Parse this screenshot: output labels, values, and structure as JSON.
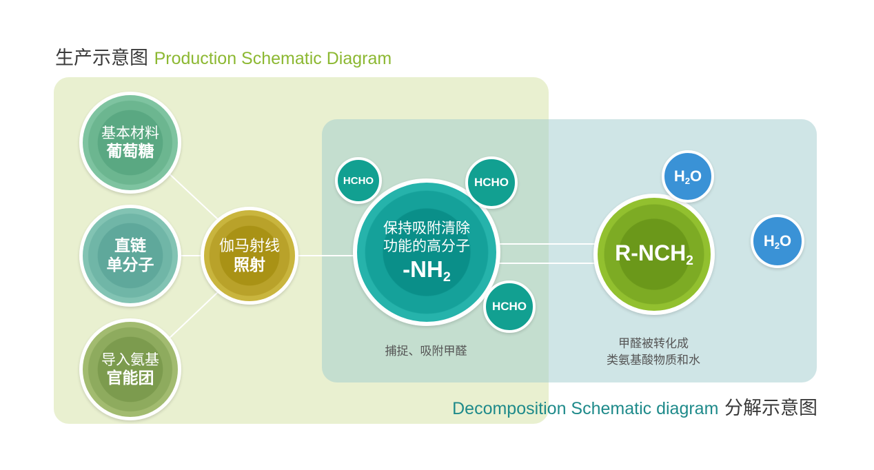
{
  "titles": {
    "production_cn": "生产示意图",
    "production_en": "Production Schematic Diagram",
    "decomposition_en": "Decomposition Schematic diagram",
    "decomposition_cn": "分解示意图"
  },
  "nodes": {
    "base_material": {
      "line1": "基本材料",
      "line2": "葡萄糖"
    },
    "straight_chain": {
      "line1": "直链",
      "line2": "单分子"
    },
    "amino_group": {
      "line1": "导入氨基",
      "line2": "官能团"
    },
    "gamma": {
      "line1": "伽马射线",
      "line2": "照射"
    },
    "polymer": {
      "line1": "保持吸附清除",
      "line2": "功能的高分子",
      "formula_main": "-NH",
      "formula_sub": "2"
    },
    "product": {
      "formula_main": "R-NCH",
      "formula_sub": "2"
    }
  },
  "molecules": {
    "hcho": "HCHO",
    "h2o_h": "H",
    "h2o_sub": "2",
    "h2o_o": "O"
  },
  "captions": {
    "capture": "捕捉、吸附甲醛",
    "convert_line1": "甲醛被转化成",
    "convert_line2": "类氨基酸物质和水"
  },
  "colors": {
    "production_panel": "#dbe7b3",
    "decomposition_panel": "#a3ced0",
    "production_title_en": "#8cb832",
    "decomposition_title_en": "#1e8a8a",
    "hcho": "#12a091",
    "h2o": "#3a92d6",
    "polymer": "#15a19a",
    "product": "#7dab24",
    "gamma": "#b9a22a"
  }
}
